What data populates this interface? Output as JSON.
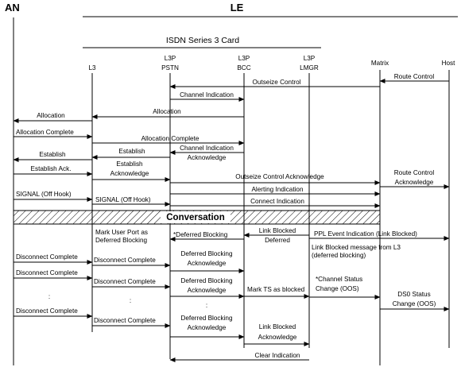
{
  "header": {
    "an": "AN",
    "le": "LE",
    "card": "ISDN Series 3 Card"
  },
  "columns": {
    "l3": "L3",
    "pstn": [
      "L3P",
      "PSTN"
    ],
    "bcc": [
      "L3P",
      "BCC"
    ],
    "lmgr": [
      "L3P",
      "LMGR"
    ],
    "matrix": "Matrix",
    "host": "Host"
  },
  "conversation": "Conversation",
  "messages": [
    {
      "id": "route-control",
      "text": [
        "Route Control"
      ]
    },
    {
      "id": "outseize-control",
      "text": [
        "Outseize Control"
      ]
    },
    {
      "id": "channel-indication-1",
      "text": [
        "Channel Indication"
      ]
    },
    {
      "id": "allocation-le",
      "text": [
        "Allocation"
      ]
    },
    {
      "id": "allocation-an",
      "text": [
        "Allocation"
      ]
    },
    {
      "id": "allocation-complete-an",
      "text": [
        "Allocation Complete"
      ]
    },
    {
      "id": "allocation-complete-le",
      "text": [
        "Allocation Complete"
      ]
    },
    {
      "id": "channel-indication-ack",
      "text": [
        "Channel Indication",
        "Acknowledge"
      ]
    },
    {
      "id": "establish-le",
      "text": [
        "Establish"
      ]
    },
    {
      "id": "establish-an",
      "text": [
        "Establish"
      ]
    },
    {
      "id": "establish-ack-an",
      "text": [
        "Establish Ack."
      ]
    },
    {
      "id": "establish-ack-le",
      "text": [
        "Establish",
        "Acknowledge"
      ]
    },
    {
      "id": "outseize-control-ack",
      "text": [
        "Outseize Control Acknowledge"
      ]
    },
    {
      "id": "route-control-ack",
      "text": [
        "Route Control",
        "Acknowledge"
      ]
    },
    {
      "id": "alerting-indication",
      "text": [
        "Alerting Indication"
      ]
    },
    {
      "id": "signal-off-hook-an",
      "text": [
        "SIGNAL (Off Hook)"
      ]
    },
    {
      "id": "signal-off-hook-le",
      "text": [
        "SIGNAL (Off Hook)"
      ]
    },
    {
      "id": "connect-indication",
      "text": [
        "Connect Indication"
      ]
    },
    {
      "id": "mark-user-port",
      "text": [
        "Mark User Port as",
        "Deferred Blocking"
      ]
    },
    {
      "id": "deferred-blocking",
      "text": [
        "*Deferred Blocking"
      ]
    },
    {
      "id": "link-blocked-deferred",
      "text": [
        "Link Blocked",
        "Deferred"
      ]
    },
    {
      "id": "ppl-event-indication",
      "text": [
        "PPL Event Indication (Link Blocked)"
      ]
    },
    {
      "id": "link-blocked-message",
      "text": [
        "Link Blocked message  from L3",
        "(deferred blocking)"
      ]
    },
    {
      "id": "disconnect-complete-an-1",
      "text": [
        "Disconnect Complete"
      ]
    },
    {
      "id": "disconnect-complete-le-1",
      "text": [
        "Disconnect Complete"
      ]
    },
    {
      "id": "deferred-blocking-ack-1",
      "text": [
        "Deferred Blocking",
        "Acknowledge"
      ]
    },
    {
      "id": "disconnect-complete-an-2",
      "text": [
        "Disconnect Complete"
      ]
    },
    {
      "id": "mark-ts-blocked",
      "text": [
        "Mark TS as blocked"
      ]
    },
    {
      "id": "channel-status-change",
      "text": [
        "*Channel Status",
        "Change (OOS)"
      ]
    },
    {
      "id": "disconnect-complete-le-2",
      "text": [
        "Disconnect Complete"
      ]
    },
    {
      "id": "deferred-blocking-ack-2",
      "text": [
        "Deferred Blocking",
        "Acknowledge"
      ]
    },
    {
      "id": "ds0-status-change",
      "text": [
        "DS0 Status",
        "Change (OOS)"
      ]
    },
    {
      "id": "ellipsis-an",
      "text": [
        ":"
      ]
    },
    {
      "id": "ellipsis-l3",
      "text": [
        ":"
      ]
    },
    {
      "id": "ellipsis-pstn",
      "text": [
        ":"
      ]
    },
    {
      "id": "disconnect-complete-an-3",
      "text": [
        "Disconnect Complete"
      ]
    },
    {
      "id": "disconnect-complete-le-3",
      "text": [
        "Disconnect Complete"
      ]
    },
    {
      "id": "deferred-blocking-ack-3",
      "text": [
        "Deferred Blocking",
        "Acknowledge"
      ]
    },
    {
      "id": "link-blocked-ack",
      "text": [
        "Link Blocked",
        "Acknowledge"
      ]
    },
    {
      "id": "clear-indication",
      "text": [
        "Clear Indication"
      ]
    }
  ]
}
